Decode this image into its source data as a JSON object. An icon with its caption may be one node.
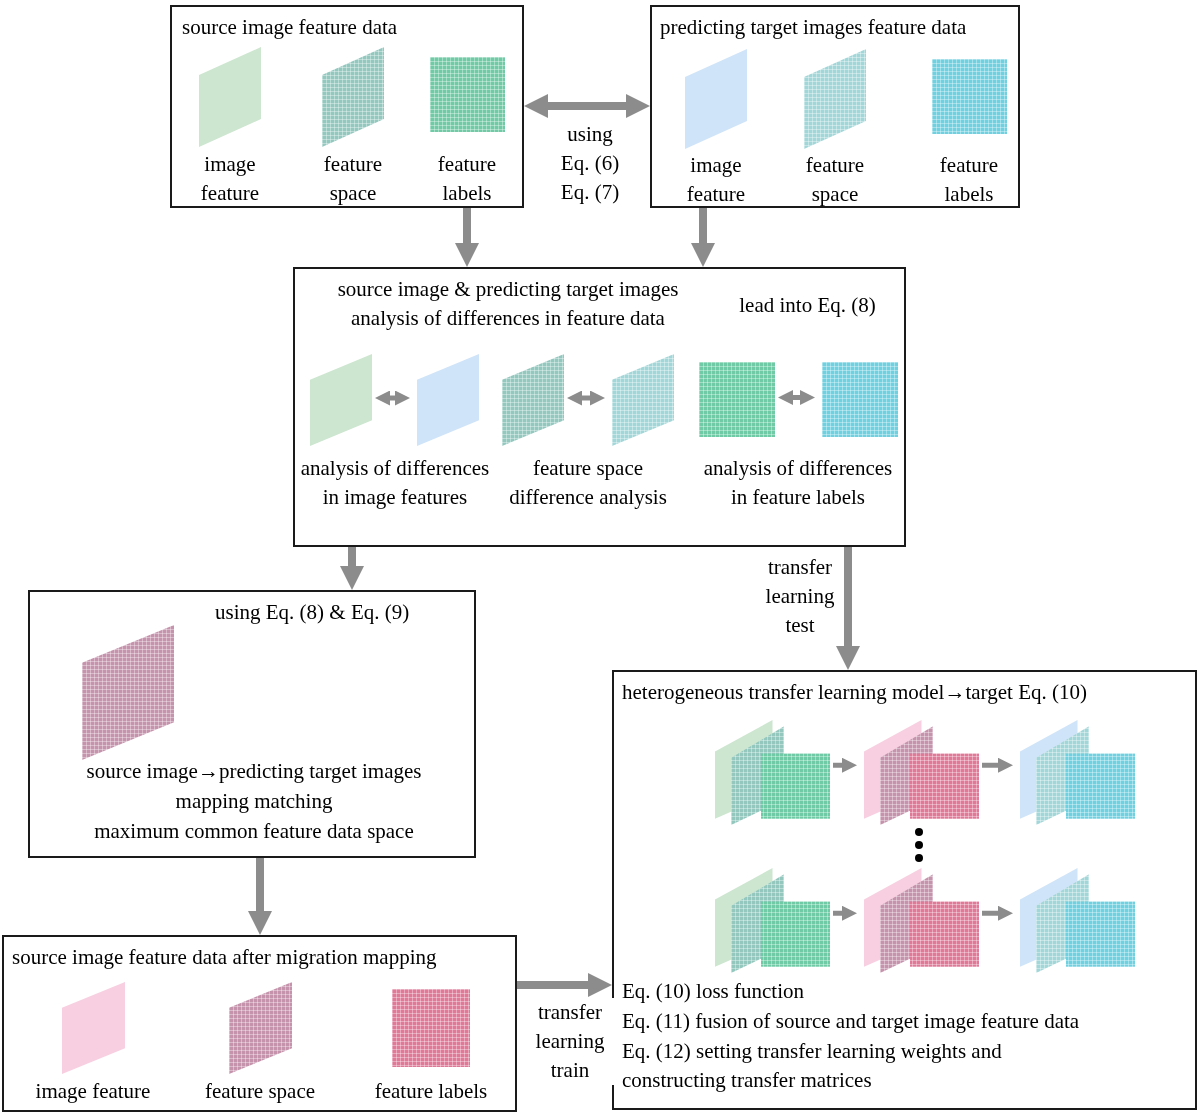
{
  "diagram": {
    "nodes": [
      {
        "text": [
          "source image feature data"
        ]
      },
      {
        "text": [],
        "shape": "parallelogram",
        "in": 0,
        "beside": [
          "image feature"
        ]
      },
      {
        "text": [],
        "shape": "parallelogram",
        "in": 0,
        "beside": [
          "feature space"
        ]
      },
      {
        "text": [],
        "shape": "square",
        "in": 0,
        "beside": [
          "feature labels"
        ]
      },
      {
        "text": [
          "predicting target images feature data"
        ]
      },
      {
        "text": [],
        "shape": "parallelogram",
        "in": 4,
        "beside": [
          "image feature"
        ]
      },
      {
        "text": [],
        "shape": "parallelogram",
        "in": 4,
        "beside": [
          "feature space"
        ]
      },
      {
        "text": [],
        "shape": "square",
        "in": 4,
        "beside": [
          "feature labels"
        ]
      },
      {
        "text": [
          "source image & predicting target images analysis of differences in feature data",
          "lead into Eq. (8)",
          "analysis of differences in image features",
          "feature space difference analysis",
          "analysis of differences in feature labels"
        ]
      },
      {
        "text": [],
        "shape": "parallelogram",
        "in": 8
      },
      {
        "text": [],
        "shape": "parallelogram",
        "in": 8
      },
      {
        "text": [],
        "shape": "parallelogram",
        "in": 8
      },
      {
        "text": [],
        "shape": "parallelogram",
        "in": 8
      },
      {
        "text": [],
        "shape": "square",
        "in": 8
      },
      {
        "text": [],
        "shape": "square",
        "in": 8
      },
      {
        "text": [
          "using Eq. (8) & Eq. (9)",
          "source image→predicting target images",
          "mapping matching",
          "maximum common feature data space"
        ]
      },
      {
        "text": [],
        "shape": "parallelogram",
        "in": 15
      },
      {
        "text": [
          "source image feature data after migration mapping"
        ]
      },
      {
        "text": [],
        "shape": "parallelogram",
        "in": 17,
        "beside": [
          "image feature"
        ]
      },
      {
        "text": [],
        "shape": "parallelogram",
        "in": 17,
        "beside": [
          "feature space"
        ]
      },
      {
        "text": [],
        "shape": "square",
        "in": 17,
        "beside": [
          "feature labels"
        ]
      },
      {
        "text": [
          "heterogeneous transfer learning model→target Eq. (10)",
          "Eq. (10) loss function",
          "Eq. (11) fusion of source and target image feature data",
          "Eq. (12) setting transfer learning weights and constructing transfer matrices"
        ]
      },
      {
        "text": [],
        "shape": "stack",
        "in": 21
      },
      {
        "text": [],
        "shape": "stack",
        "in": 21
      },
      {
        "text": [],
        "shape": "stack",
        "in": 21
      },
      {
        "text": [],
        "shape": "stack",
        "in": 21
      },
      {
        "text": [],
        "shape": "stack",
        "in": 21
      },
      {
        "text": [],
        "shape": "stack",
        "in": 21
      }
    ],
    "edges": [
      {
        "from": 0,
        "to": 4,
        "arrow": "both",
        "label": "using Eq. (6) Eq. (7)"
      },
      {
        "from": 0,
        "to": 8,
        "arrow": "to"
      },
      {
        "from": 4,
        "to": 8,
        "arrow": "to"
      },
      {
        "from": 9,
        "to": 10,
        "arrow": "both"
      },
      {
        "from": 11,
        "to": 12,
        "arrow": "both"
      },
      {
        "from": 13,
        "to": 14,
        "arrow": "both"
      },
      {
        "from": 8,
        "to": 15,
        "arrow": "to"
      },
      {
        "from": 8,
        "to": 21,
        "arrow": "to",
        "label": "transfer learning test"
      },
      {
        "from": 15,
        "to": 17,
        "arrow": "to"
      },
      {
        "from": 17,
        "to": 21,
        "arrow": "to",
        "label": "transfer learning train"
      },
      {
        "from": 22,
        "to": 23,
        "arrow": "to"
      },
      {
        "from": 23,
        "to": 24,
        "arrow": "to"
      },
      {
        "from": 25,
        "to": 26,
        "arrow": "to"
      },
      {
        "from": 26,
        "to": 27,
        "arrow": "to"
      }
    ]
  }
}
